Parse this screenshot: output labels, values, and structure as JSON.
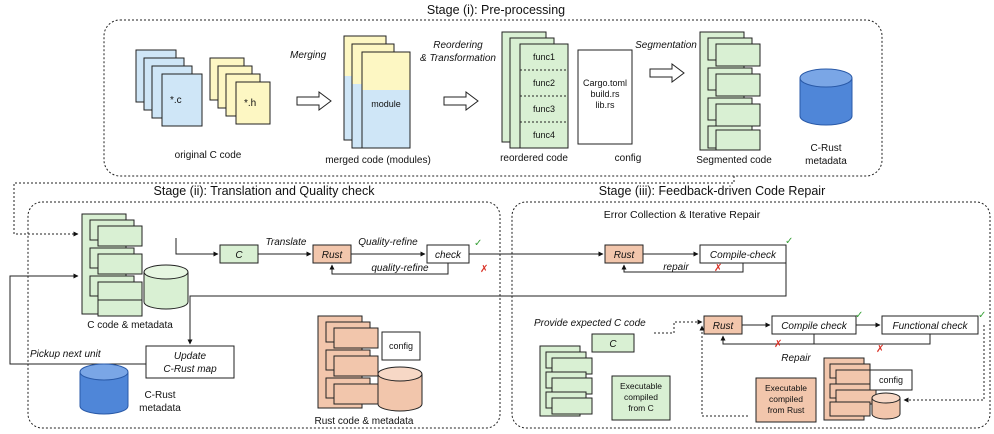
{
  "stages": {
    "preprocessing": "Stage (i): Pre-processing",
    "translation": "Stage (ii): Translation and Quality check",
    "repair": "Stage (iii): Feedback-driven Code Repair"
  },
  "preprocessing": {
    "merging": "Merging",
    "reordering_line1": "Reordering",
    "reordering_line2": "& Transformation",
    "segmentation": "Segmentation",
    "file_c": "*.c",
    "file_h": "*.h",
    "original_label": "original C code",
    "module": "module",
    "merged_label": "merged code (modules)",
    "funcs": [
      "func1",
      "func2",
      "func3",
      "func4"
    ],
    "reordered_label": "reordered code",
    "config_files": [
      "Cargo.toml",
      "build.rs",
      "lib.rs"
    ],
    "config_label": "config",
    "segmented_label": "Segmented code",
    "metadata_line1": "C-Rust",
    "metadata_line2": "metadata"
  },
  "translation": {
    "c_box": "C",
    "translate": "Translate",
    "rust_box": "Rust",
    "quality_refine_top": "Quality-refine",
    "check_box": "check",
    "quality_refine_bottom": "quality-refine",
    "check_mark": "✓",
    "cross_mark": "✗",
    "c_code_metadata": "C code & metadata",
    "pickup": "Pickup next unit",
    "update_line1": "Update",
    "update_line2": "C-Rust map",
    "metadata_line1": "C-Rust",
    "metadata_line2": "metadata",
    "config": "config",
    "rust_code_metadata": "Rust code & metadata"
  },
  "repair": {
    "error_collection": "Error Collection & Iterative Repair",
    "rust_box": "Rust",
    "compile_check": "Compile-check",
    "repair": "repair",
    "provide_expected": "Provide expected C code",
    "c_box": "C",
    "exec_c_line1": "Executable",
    "exec_c_line2": "compiled",
    "exec_c_line3": "from C",
    "rust_box2": "Rust",
    "compile_check2": "Compile check",
    "functional_check": "Functional check",
    "repair2": "Repair",
    "exec_rust_line1": "Executable",
    "exec_rust_line2": "compiled",
    "exec_rust_line3": "from Rust",
    "config": "config",
    "check_mark": "✓",
    "cross_mark": "✗"
  },
  "colors": {
    "blue_file": "#cfe6f7",
    "yellow_file": "#fdf7c3",
    "green": "#d9f0d3",
    "rust": "#f2c6ac",
    "db_blue": "#4f86d8",
    "check_green": "#3aa13a",
    "cross_red": "#d93025"
  }
}
